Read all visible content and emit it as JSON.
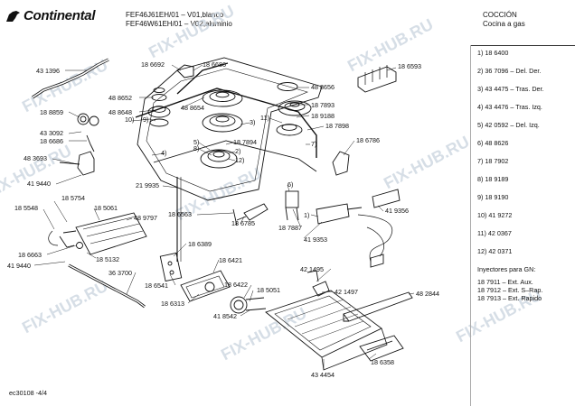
{
  "header": {
    "brand": "Continental",
    "model_line1": "FEF46J61EH/01 – V01,blanco",
    "model_line2": "FEF46W61EH/01 – V02,aluminio",
    "section": "COCCIÓN",
    "subsection": "Cocina a gas"
  },
  "watermark": "FIX-HUB.RU",
  "footer": "ec30108 -4/4",
  "parts_list": [
    "1)  18 6400",
    "2)  36 7096 – Del. Der.",
    "3)  43 4475 – Tras. Der.",
    "4)  43 4476 – Tras. Izq.",
    "5)  42 0592 – Del. Izq.",
    "6)  48 8626",
    "7)  18 7902",
    "8)  18 9189",
    "9)  18 9190",
    "10) 41 9272",
    "11) 42 0367",
    "12) 42 0371",
    "Inyectores para GN:",
    "18 7911 – Ext. Aux.",
    "18 7912 – Ext. S–Rap.",
    "18 7913 – Ext. Rapido"
  ],
  "labels": [
    {
      "id": "l01",
      "text": "43 1396"
    },
    {
      "id": "l02",
      "text": "18 6692"
    },
    {
      "id": "l03",
      "text": "18 6686"
    },
    {
      "id": "l04",
      "text": "18 6593"
    },
    {
      "id": "l05",
      "text": "48 8656"
    },
    {
      "id": "l06",
      "text": "48 8652"
    },
    {
      "id": "l07",
      "text": "48 8648"
    },
    {
      "id": "l08",
      "text": "48 8654"
    },
    {
      "id": "l09",
      "text": "18 8859"
    },
    {
      "id": "l10",
      "text": "10)"
    },
    {
      "id": "l11",
      "text": "9)"
    },
    {
      "id": "l12",
      "text": "18 7893"
    },
    {
      "id": "l13",
      "text": "18 9188"
    },
    {
      "id": "l14",
      "text": "11)"
    },
    {
      "id": "l15",
      "text": "43 3092"
    },
    {
      "id": "l16",
      "text": "18 6686"
    },
    {
      "id": "l17",
      "text": "3)"
    },
    {
      "id": "l18",
      "text": "18 7898"
    },
    {
      "id": "l19",
      "text": "5)"
    },
    {
      "id": "l20",
      "text": "8)"
    },
    {
      "id": "l21",
      "text": "18 7894"
    },
    {
      "id": "l22",
      "text": "2)"
    },
    {
      "id": "l23",
      "text": "7)"
    },
    {
      "id": "l24",
      "text": "18 6786"
    },
    {
      "id": "l25",
      "text": "48 3693"
    },
    {
      "id": "l26",
      "text": "4)"
    },
    {
      "id": "l27",
      "text": "12)"
    },
    {
      "id": "l28",
      "text": "41 9440"
    },
    {
      "id": "l29",
      "text": "21 9935"
    },
    {
      "id": "l30",
      "text": "6)"
    },
    {
      "id": "l31",
      "text": "18 5754"
    },
    {
      "id": "l32",
      "text": "18 5548"
    },
    {
      "id": "l33",
      "text": "18 5061"
    },
    {
      "id": "l34",
      "text": "48 9797"
    },
    {
      "id": "l35",
      "text": "18 6563"
    },
    {
      "id": "l36",
      "text": "18 7887"
    },
    {
      "id": "l37",
      "text": "1)"
    },
    {
      "id": "l38",
      "text": "41 9356"
    },
    {
      "id": "l39",
      "text": "18 6785"
    },
    {
      "id": "l40",
      "text": "41 9353"
    },
    {
      "id": "l41",
      "text": "18 6389"
    },
    {
      "id": "l42",
      "text": "18 6663"
    },
    {
      "id": "l43",
      "text": "18 5132"
    },
    {
      "id": "l44",
      "text": "41 9440"
    },
    {
      "id": "l45",
      "text": "18 6421"
    },
    {
      "id": "l46",
      "text": "42 1495"
    },
    {
      "id": "l47",
      "text": "36 3700"
    },
    {
      "id": "l48",
      "text": "42 1497"
    },
    {
      "id": "l49",
      "text": "18 6541"
    },
    {
      "id": "l50",
      "text": "18 6422"
    },
    {
      "id": "l51",
      "text": "48 2844"
    },
    {
      "id": "l52",
      "text": "18 6313"
    },
    {
      "id": "l53",
      "text": "18 5051"
    },
    {
      "id": "l54",
      "text": "41 8542"
    },
    {
      "id": "l55",
      "text": "18 6358"
    },
    {
      "id": "l56",
      "text": "43 4454"
    }
  ]
}
